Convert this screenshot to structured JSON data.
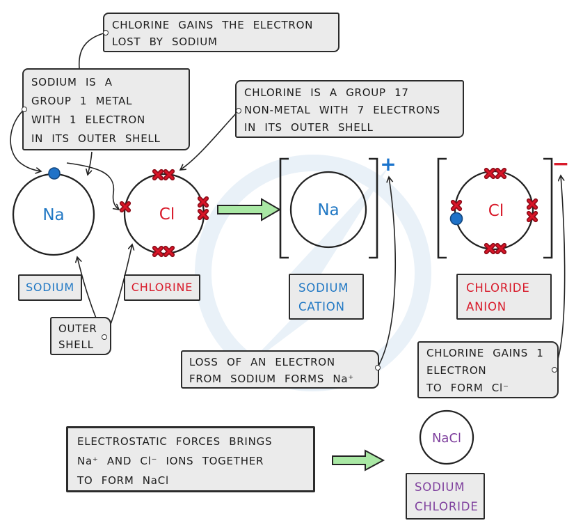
{
  "colors": {
    "ink": "#222222",
    "box_fill": "#ebebeb",
    "box_border": "#2b2b2b",
    "sodium_blue": "#2178c4",
    "chlorine_red": "#d81a2a",
    "electron_x_red": "#c8102e",
    "electron_dot_blue": "#1f72c8",
    "nacl_purple": "#7e3f9d",
    "arrow_green": "#a9e8a4",
    "watermark_blue": "#e9f1f8"
  },
  "icons": {
    "watermark": "lightning-bolt-circle-watermark",
    "reaction_arrow": "green-right-arrow",
    "electron_cross": "red-x-electron",
    "electron_dot": "blue-dot-electron"
  },
  "callouts": {
    "gains_lost": {
      "line1": "CHLORINE GAINS THE ELECTRON",
      "line2": "LOST BY SODIUM"
    },
    "sodium_info": {
      "line1": "SODIUM IS A",
      "line2": "GROUP 1 METAL",
      "line3": "WITH 1 ELECTRON",
      "line4": "IN ITS OUTER SHELL"
    },
    "chlorine_info": {
      "line1": "CHLORINE IS A GROUP 17",
      "line2": "NON-METAL WITH 7 ELECTRONS",
      "line3": "IN ITS OUTER SHELL"
    },
    "outer_shell": {
      "line1": "OUTER",
      "line2": "SHELL"
    },
    "loss": {
      "line1": "LOSS OF AN ELECTRON",
      "line2": "FROM SODIUM FORMS Na⁺"
    },
    "gain": {
      "line1": "CHLORINE GAINS 1",
      "line2": "ELECTRON",
      "line3": "TO FORM Cl⁻"
    },
    "electrostatic": {
      "line1": "ELECTROSTATIC FORCES BRINGS",
      "line2": "Na⁺ AND Cl⁻ IONS TOGETHER",
      "line3": "TO FORM NaCl"
    }
  },
  "labels": {
    "sodium": "SODIUM",
    "chlorine": "CHLORINE",
    "cation_line1": "SODIUM",
    "cation_line2": "CATION",
    "anion_line1": "CHLORIDE",
    "anion_line2": "ANION",
    "nacl_line1": "SODIUM",
    "nacl_line2": "CHLORIDE"
  },
  "symbols": {
    "na": "Na",
    "cl": "Cl",
    "na_cation": "Na",
    "cl_anion": "Cl",
    "nacl": "NaCl",
    "plus_charge": "+",
    "minus_charge": "−"
  }
}
